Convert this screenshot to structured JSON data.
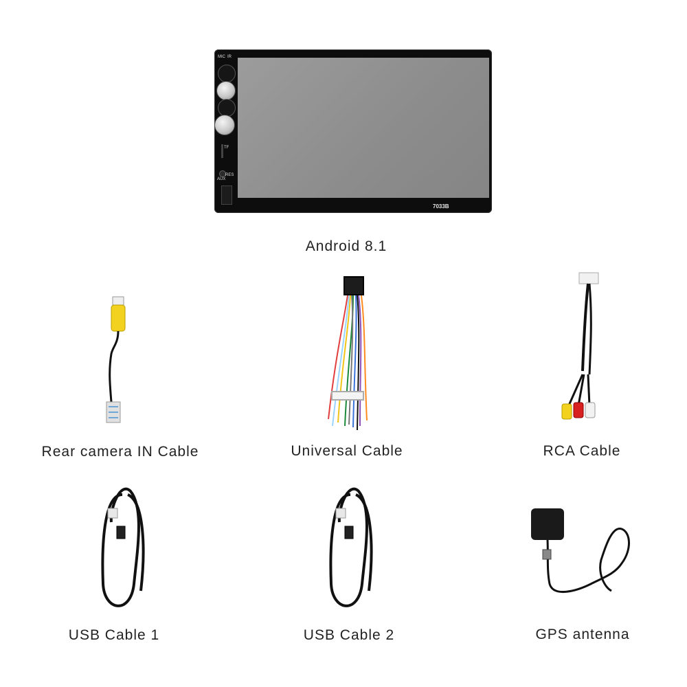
{
  "main_unit": {
    "model": "7033B",
    "panel_labels": {
      "mic": "MIC",
      "ir": "IR",
      "tf": "TF",
      "aux": "AUX",
      "res": "RES"
    },
    "caption": "Android 8.1"
  },
  "accessories": [
    {
      "id": "rear-camera-in-cable",
      "label": "Rear camera IN Cable",
      "icon": "rca-single-cable"
    },
    {
      "id": "universal-cable",
      "label": "Universal Cable",
      "icon": "wiring-harness"
    },
    {
      "id": "rca-cable",
      "label": "RCA Cable",
      "icon": "rca-triple-cable"
    },
    {
      "id": "usb-cable-1",
      "label": "USB Cable 1",
      "icon": "usb-cable"
    },
    {
      "id": "usb-cable-2",
      "label": "USB Cable 2",
      "icon": "usb-cable"
    },
    {
      "id": "gps-antenna",
      "label": "GPS antenna",
      "icon": "gps-antenna"
    }
  ]
}
